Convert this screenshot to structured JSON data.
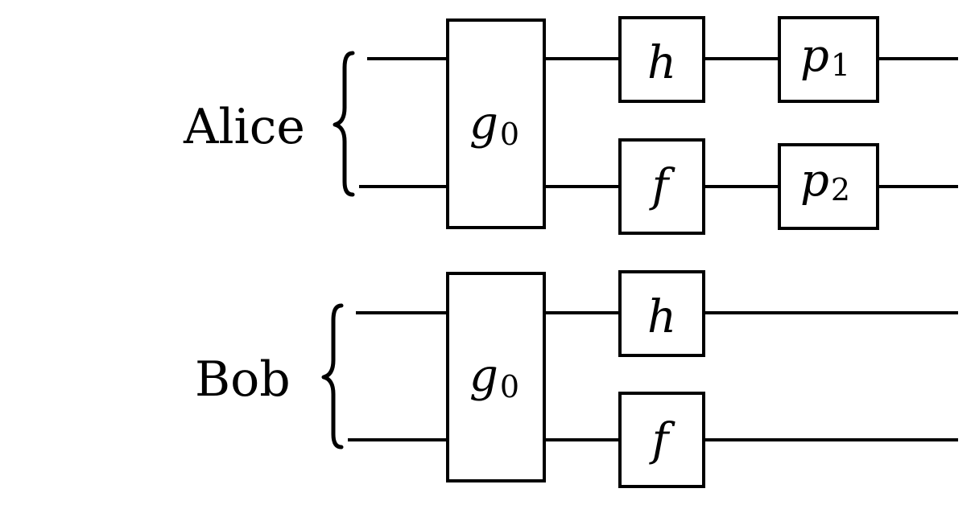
{
  "parties": [
    {
      "name": "Alice",
      "gates": {
        "g": {
          "symbol": "g",
          "subscript": "0"
        },
        "h": {
          "symbol": "h",
          "subscript": ""
        },
        "f": {
          "symbol": "f",
          "subscript": ""
        },
        "p1": {
          "symbol": "p",
          "subscript": "1"
        },
        "p2": {
          "symbol": "p",
          "subscript": "2"
        }
      }
    },
    {
      "name": "Bob",
      "gates": {
        "g": {
          "symbol": "g",
          "subscript": "0"
        },
        "h": {
          "symbol": "h",
          "subscript": ""
        },
        "f": {
          "symbol": "f",
          "subscript": ""
        }
      }
    }
  ],
  "colors": {
    "stroke": "#000000",
    "background": "#ffffff"
  }
}
